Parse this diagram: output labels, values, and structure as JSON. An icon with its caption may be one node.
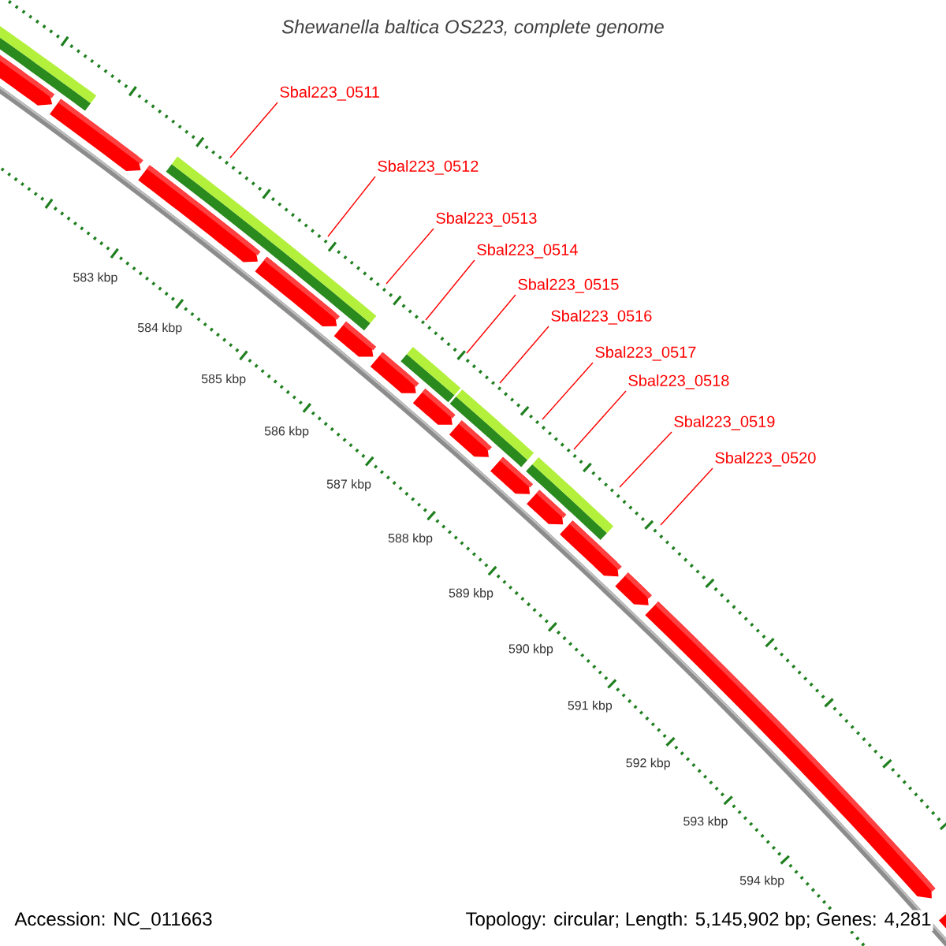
{
  "diagram": {
    "title": "Shewanella baltica OS223, complete genome",
    "nodes": [
      {
        "text": [
          "Sbal223_0511"
        ]
      },
      {
        "text": [
          "Sbal223_0512"
        ]
      },
      {
        "text": [
          "Sbal223_0513"
        ]
      },
      {
        "text": [
          "Sbal223_0514"
        ]
      },
      {
        "text": [
          "Sbal223_0515"
        ]
      },
      {
        "text": [
          "Sbal223_0516"
        ]
      },
      {
        "text": [
          "Sbal223_0517"
        ]
      },
      {
        "text": [
          "Sbal223_0518"
        ]
      },
      {
        "text": [
          "Sbal223_0519"
        ]
      },
      {
        "text": [
          "Sbal223_0520"
        ]
      }
    ],
    "edges": [
      {
        "from": 0,
        "to": null,
        "arrow": "none"
      },
      {
        "from": 1,
        "to": null,
        "arrow": "none"
      },
      {
        "from": 2,
        "to": null,
        "arrow": "none"
      },
      {
        "from": 3,
        "to": null,
        "arrow": "none"
      },
      {
        "from": 4,
        "to": null,
        "arrow": "none"
      },
      {
        "from": 5,
        "to": null,
        "arrow": "none"
      },
      {
        "from": 6,
        "to": null,
        "arrow": "none"
      },
      {
        "from": 7,
        "to": null,
        "arrow": "none"
      },
      {
        "from": 8,
        "to": null,
        "arrow": "none"
      },
      {
        "from": 9,
        "to": null,
        "arrow": "none"
      }
    ],
    "labels": [
      "583 kbp",
      "584 kbp",
      "585 kbp",
      "586 kbp",
      "587 kbp",
      "588 kbp",
      "589 kbp",
      "590 kbp",
      "591 kbp",
      "592 kbp",
      "593 kbp",
      "594 kbp",
      "Accession: NC_011663",
      "Topology: circular; Length: 5,145,902 bp; Genes: 4,281"
    ]
  }
}
